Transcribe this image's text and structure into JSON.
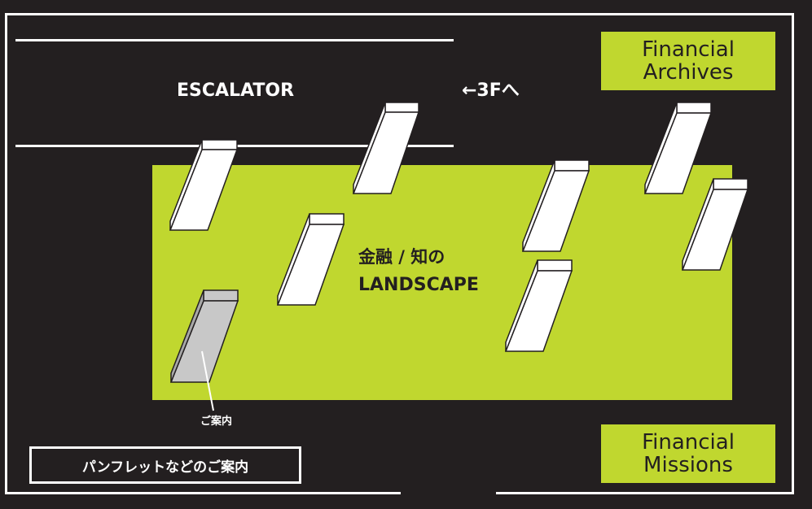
{
  "escalator": {
    "label": "ESCALATOR"
  },
  "upstairs": {
    "label": "←3Fへ"
  },
  "rooms": {
    "archives": {
      "line1": "Financial",
      "line2": "Archives"
    },
    "missions": {
      "line1": "Financial",
      "line2": "Missions"
    },
    "landscape": {
      "line1": "金融 / 知の",
      "line2": "LANDSCAPE"
    }
  },
  "info_desk": {
    "label": "ご案内"
  },
  "pamphlet": {
    "label": "パンフレットなどのご案内"
  },
  "colors": {
    "background": "#231f20",
    "room": "#c0d72f",
    "panel": "#ffffff",
    "info_panel": "#c8c8c8",
    "walls": "#ffffff"
  }
}
